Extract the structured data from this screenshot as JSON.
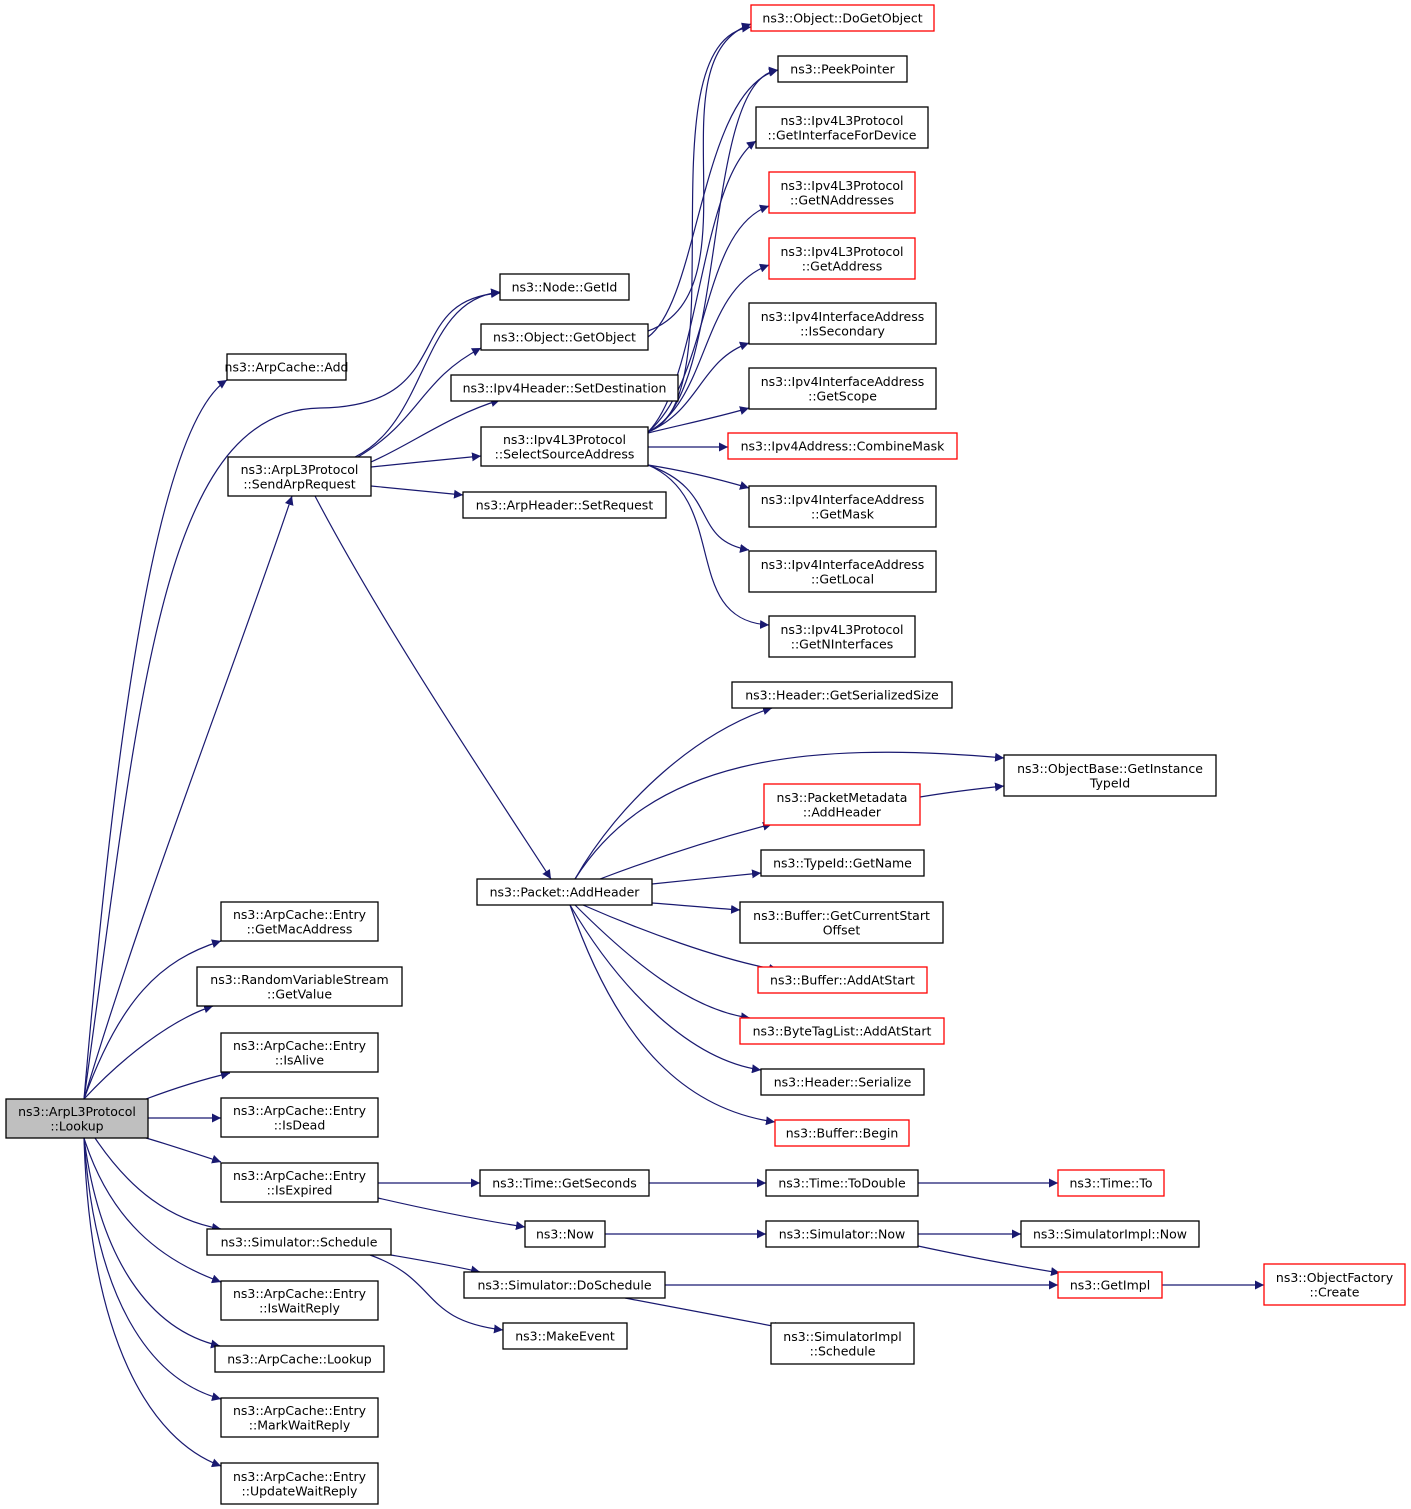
{
  "colors": {
    "edge": "#191970",
    "box_border_black": "#000000",
    "box_border_red": "#ff0000",
    "root_fill": "#bfbfbf",
    "node_fill": "#ffffff",
    "text": "#000000"
  },
  "nodes": {
    "lookup_root": {
      "lines": [
        "ns3::ArpL3Protocol",
        "::Lookup"
      ],
      "border": "black",
      "fill": "root"
    },
    "arpcache_add": {
      "lines": [
        "ns3::ArpCache::Add"
      ],
      "border": "black"
    },
    "send_arp_request": {
      "lines": [
        "ns3::ArpL3Protocol",
        "::SendArpRequest"
      ],
      "border": "black"
    },
    "node_getid": {
      "lines": [
        "ns3::Node::GetId"
      ],
      "border": "black"
    },
    "object_getobject": {
      "lines": [
        "ns3::Object::GetObject"
      ],
      "border": "black"
    },
    "ipv4header_setdestination": {
      "lines": [
        "ns3::Ipv4Header::SetDestination"
      ],
      "border": "black"
    },
    "ipv4l3_selectsourceaddress": {
      "lines": [
        "ns3::Ipv4L3Protocol",
        "::SelectSourceAddress"
      ],
      "border": "black"
    },
    "arpheader_setrequest": {
      "lines": [
        "ns3::ArpHeader::SetRequest"
      ],
      "border": "black"
    },
    "object_dogetobject": {
      "lines": [
        "ns3::Object::DoGetObject"
      ],
      "border": "red"
    },
    "peekpointer": {
      "lines": [
        "ns3::PeekPointer"
      ],
      "border": "black"
    },
    "ipv4l3_getinterfacefordevice": {
      "lines": [
        "ns3::Ipv4L3Protocol",
        "::GetInterfaceForDevice"
      ],
      "border": "black"
    },
    "ipv4l3_getnaddresses": {
      "lines": [
        "ns3::Ipv4L3Protocol",
        "::GetNAddresses"
      ],
      "border": "red"
    },
    "ipv4l3_getaddress": {
      "lines": [
        "ns3::Ipv4L3Protocol",
        "::GetAddress"
      ],
      "border": "red"
    },
    "ipv4ifaddr_issecondary": {
      "lines": [
        "ns3::Ipv4InterfaceAddress",
        "::IsSecondary"
      ],
      "border": "black"
    },
    "ipv4ifaddr_getscope": {
      "lines": [
        "ns3::Ipv4InterfaceAddress",
        "::GetScope"
      ],
      "border": "black"
    },
    "ipv4address_combinemask": {
      "lines": [
        "ns3::Ipv4Address::CombineMask"
      ],
      "border": "red"
    },
    "ipv4ifaddr_getmask": {
      "lines": [
        "ns3::Ipv4InterfaceAddress",
        "::GetMask"
      ],
      "border": "black"
    },
    "ipv4ifaddr_getlocal": {
      "lines": [
        "ns3::Ipv4InterfaceAddress",
        "::GetLocal"
      ],
      "border": "black"
    },
    "ipv4l3_getninterfaces": {
      "lines": [
        "ns3::Ipv4L3Protocol",
        "::GetNInterfaces"
      ],
      "border": "black"
    },
    "header_getserializedsize": {
      "lines": [
        "ns3::Header::GetSerializedSize"
      ],
      "border": "black"
    },
    "objectbase_getinstancetypeid": {
      "lines": [
        "ns3::ObjectBase::GetInstance",
        "TypeId"
      ],
      "border": "black"
    },
    "packetmetadata_addheader": {
      "lines": [
        "ns3::PacketMetadata",
        "::AddHeader"
      ],
      "border": "red"
    },
    "typeid_getname": {
      "lines": [
        "ns3::TypeId::GetName"
      ],
      "border": "black"
    },
    "packet_addheader": {
      "lines": [
        "ns3::Packet::AddHeader"
      ],
      "border": "black"
    },
    "buffer_getcurrentstartoffset": {
      "lines": [
        "ns3::Buffer::GetCurrentStart",
        "Offset"
      ],
      "border": "black"
    },
    "buffer_addatstart": {
      "lines": [
        "ns3::Buffer::AddAtStart"
      ],
      "border": "red"
    },
    "bytetaglist_addatstart": {
      "lines": [
        "ns3::ByteTagList::AddAtStart"
      ],
      "border": "red"
    },
    "header_serialize": {
      "lines": [
        "ns3::Header::Serialize"
      ],
      "border": "black"
    },
    "buffer_begin": {
      "lines": [
        "ns3::Buffer::Begin"
      ],
      "border": "red"
    },
    "entry_getmacaddress": {
      "lines": [
        "ns3::ArpCache::Entry",
        "::GetMacAddress"
      ],
      "border": "black"
    },
    "randomvariablestream_getvalue": {
      "lines": [
        "ns3::RandomVariableStream",
        "::GetValue"
      ],
      "border": "black"
    },
    "entry_isalive": {
      "lines": [
        "ns3::ArpCache::Entry",
        "::IsAlive"
      ],
      "border": "black"
    },
    "entry_isdead": {
      "lines": [
        "ns3::ArpCache::Entry",
        "::IsDead"
      ],
      "border": "black"
    },
    "entry_isexpired": {
      "lines": [
        "ns3::ArpCache::Entry",
        "::IsExpired"
      ],
      "border": "black"
    },
    "simulator_schedule": {
      "lines": [
        "ns3::Simulator::Schedule"
      ],
      "border": "black"
    },
    "entry_iswaitreply": {
      "lines": [
        "ns3::ArpCache::Entry",
        "::IsWaitReply"
      ],
      "border": "black"
    },
    "arpcache_lookup": {
      "lines": [
        "ns3::ArpCache::Lookup"
      ],
      "border": "black"
    },
    "entry_markwaitreply": {
      "lines": [
        "ns3::ArpCache::Entry",
        "::MarkWaitReply"
      ],
      "border": "black"
    },
    "entry_updatewaitreply": {
      "lines": [
        "ns3::ArpCache::Entry",
        "::UpdateWaitReply"
      ],
      "border": "black"
    },
    "time_getseconds": {
      "lines": [
        "ns3::Time::GetSeconds"
      ],
      "border": "black"
    },
    "time_todouble": {
      "lines": [
        "ns3::Time::ToDouble"
      ],
      "border": "black"
    },
    "time_to": {
      "lines": [
        "ns3::Time::To"
      ],
      "border": "red"
    },
    "now": {
      "lines": [
        "ns3::Now"
      ],
      "border": "black"
    },
    "simulator_now": {
      "lines": [
        "ns3::Simulator::Now"
      ],
      "border": "black"
    },
    "simulatorimpl_now": {
      "lines": [
        "ns3::SimulatorImpl::Now"
      ],
      "border": "black"
    },
    "simulator_doschedule": {
      "lines": [
        "ns3::Simulator::DoSchedule"
      ],
      "border": "black"
    },
    "getimpl": {
      "lines": [
        "ns3::GetImpl"
      ],
      "border": "red"
    },
    "objectfactory_create": {
      "lines": [
        "ns3::ObjectFactory",
        "::Create"
      ],
      "border": "red"
    },
    "makeevent": {
      "lines": [
        "ns3::MakeEvent"
      ],
      "border": "black"
    },
    "simulatorimpl_schedule": {
      "lines": [
        "ns3::SimulatorImpl",
        "::Schedule"
      ],
      "border": "black"
    }
  },
  "edges": [
    [
      "lookup_root",
      "arpcache_add"
    ],
    [
      "lookup_root",
      "node_getid"
    ],
    [
      "lookup_root",
      "send_arp_request"
    ],
    [
      "lookup_root",
      "entry_getmacaddress"
    ],
    [
      "lookup_root",
      "randomvariablestream_getvalue"
    ],
    [
      "lookup_root",
      "entry_isalive"
    ],
    [
      "lookup_root",
      "entry_isdead"
    ],
    [
      "lookup_root",
      "entry_isexpired"
    ],
    [
      "lookup_root",
      "simulator_schedule"
    ],
    [
      "lookup_root",
      "entry_iswaitreply"
    ],
    [
      "lookup_root",
      "arpcache_lookup"
    ],
    [
      "lookup_root",
      "entry_markwaitreply"
    ],
    [
      "lookup_root",
      "entry_updatewaitreply"
    ],
    [
      "send_arp_request",
      "node_getid"
    ],
    [
      "send_arp_request",
      "object_getobject"
    ],
    [
      "send_arp_request",
      "ipv4header_setdestination"
    ],
    [
      "send_arp_request",
      "ipv4l3_selectsourceaddress"
    ],
    [
      "send_arp_request",
      "arpheader_setrequest"
    ],
    [
      "send_arp_request",
      "packet_addheader"
    ],
    [
      "object_getobject",
      "object_dogetobject"
    ],
    [
      "object_getobject",
      "peekpointer"
    ],
    [
      "ipv4l3_selectsourceaddress",
      "ipv4l3_getinterfacefordevice"
    ],
    [
      "ipv4l3_selectsourceaddress",
      "ipv4l3_getnaddresses"
    ],
    [
      "ipv4l3_selectsourceaddress",
      "ipv4l3_getaddress"
    ],
    [
      "ipv4l3_selectsourceaddress",
      "ipv4ifaddr_issecondary"
    ],
    [
      "ipv4l3_selectsourceaddress",
      "ipv4ifaddr_getscope"
    ],
    [
      "ipv4l3_selectsourceaddress",
      "ipv4address_combinemask"
    ],
    [
      "ipv4l3_selectsourceaddress",
      "ipv4ifaddr_getmask"
    ],
    [
      "ipv4l3_selectsourceaddress",
      "ipv4ifaddr_getlocal"
    ],
    [
      "ipv4l3_selectsourceaddress",
      "ipv4l3_getninterfaces"
    ],
    [
      "ipv4l3_selectsourceaddress",
      "object_dogetobject"
    ],
    [
      "ipv4l3_selectsourceaddress",
      "peekpointer"
    ],
    [
      "packet_addheader",
      "header_getserializedsize"
    ],
    [
      "packet_addheader",
      "objectbase_getinstancetypeid"
    ],
    [
      "packet_addheader",
      "packetmetadata_addheader"
    ],
    [
      "packet_addheader",
      "typeid_getname"
    ],
    [
      "packet_addheader",
      "buffer_getcurrentstartoffset"
    ],
    [
      "packet_addheader",
      "buffer_addatstart"
    ],
    [
      "packet_addheader",
      "bytetaglist_addatstart"
    ],
    [
      "packet_addheader",
      "header_serialize"
    ],
    [
      "packet_addheader",
      "buffer_begin"
    ],
    [
      "packetmetadata_addheader",
      "objectbase_getinstancetypeid"
    ],
    [
      "entry_isexpired",
      "time_getseconds"
    ],
    [
      "entry_isexpired",
      "now"
    ],
    [
      "time_getseconds",
      "time_todouble"
    ],
    [
      "time_todouble",
      "time_to"
    ],
    [
      "now",
      "simulator_now"
    ],
    [
      "simulator_now",
      "simulatorimpl_now"
    ],
    [
      "simulator_now",
      "getimpl"
    ],
    [
      "simulator_schedule",
      "simulator_doschedule"
    ],
    [
      "simulator_schedule",
      "makeevent"
    ],
    [
      "simulator_doschedule",
      "getimpl"
    ],
    [
      "simulator_doschedule",
      "simulatorimpl_schedule"
    ],
    [
      "getimpl",
      "objectfactory_create"
    ]
  ]
}
